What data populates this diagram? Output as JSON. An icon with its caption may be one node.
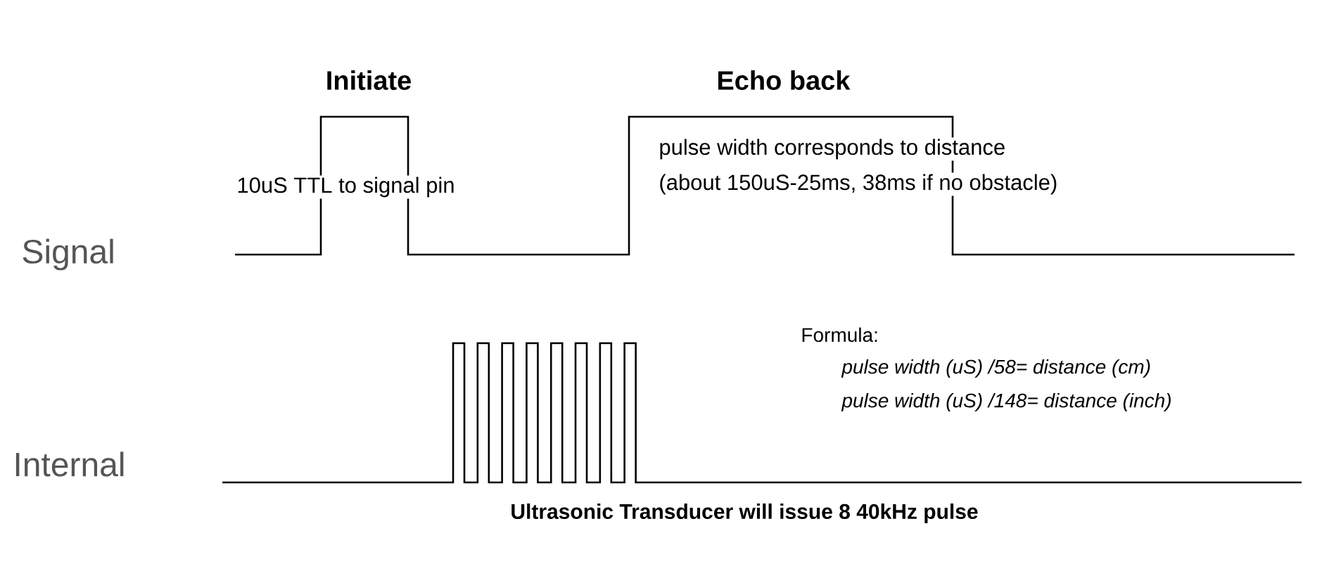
{
  "diagram": {
    "labels": [
      "Initiate",
      "Echo back",
      "10uS TTL to signal pin",
      "pulse width corresponds to distance",
      "(about 150uS-25ms, 38ms if no obstacle)",
      "Signal",
      "Formula:",
      "pulse width (uS) /58= distance (cm)",
      "pulse width (uS) /148= distance (inch)",
      "Internal",
      "Ultrasonic Transducer will issue 8 40kHz pulse"
    ]
  }
}
